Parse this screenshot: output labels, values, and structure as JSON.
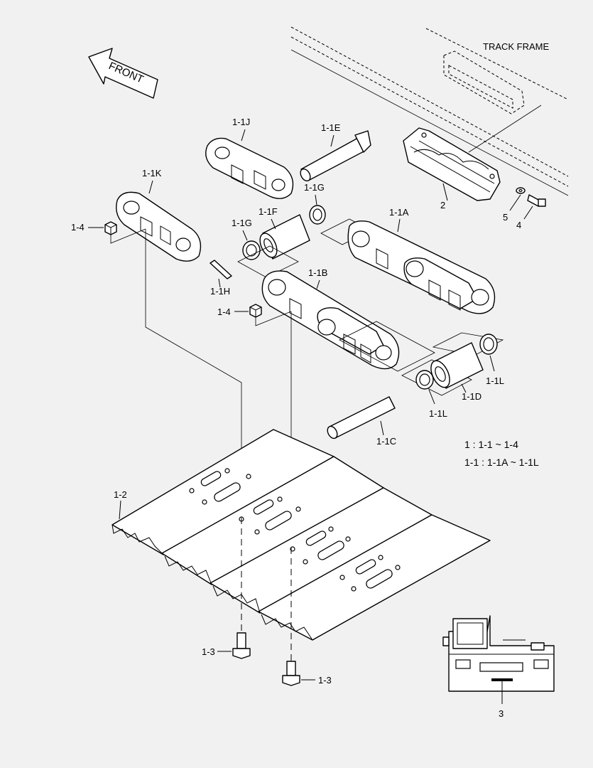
{
  "labels": {
    "track_frame": "TRACK FRAME",
    "front": "FRONT",
    "l_1_1j": "1-1J",
    "l_1_1e": "1-1E",
    "l_1_1k": "1-1K",
    "l_1_1g_top": "1-1G",
    "l_1_1f": "1-1F",
    "l_1_1g_left": "1-1G",
    "l_1_1a": "1-1A",
    "l_2": "2",
    "l_5": "5",
    "l_4": "4",
    "l_1_4_top": "1-4",
    "l_1_1h": "1-1H",
    "l_1_1b": "1-1B",
    "l_1_4_mid": "1-4",
    "l_1_1l_right": "1-1L",
    "l_1_1d": "1-1D",
    "l_1_1l_left": "1-1L",
    "l_1_1c": "1-1C",
    "l_1_2": "1-2",
    "l_1_3_left": "1-3",
    "l_1_3_right": "1-3",
    "l_3": "3"
  },
  "legend": {
    "line1": "1 : 1-1 ~ 1-4",
    "line2": "1-1 : 1-1A ~ 1-1L"
  }
}
